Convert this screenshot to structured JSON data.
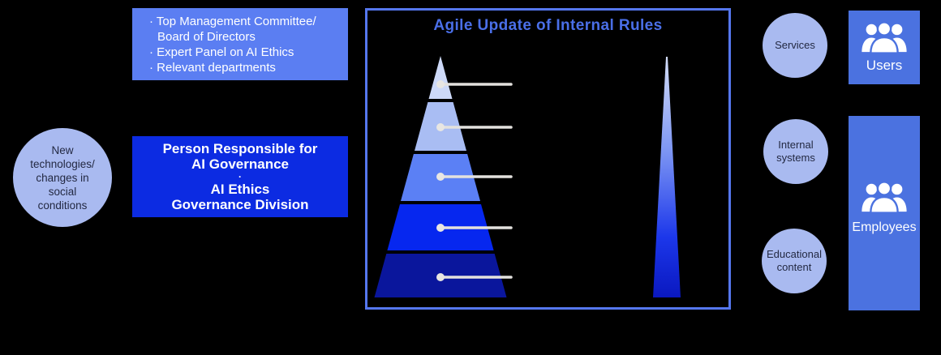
{
  "colors": {
    "background": "#000000",
    "light_circle_fill": "#a9baf0",
    "circle_text": "#232942",
    "bodies_box_fill": "#5b7ef2",
    "division_box_fill": "#0c2be2",
    "panel_border": "#5577ee",
    "panel_title": "#4a6fe8",
    "users_employees_fill": "#4b72e0"
  },
  "left_circle": {
    "lines": [
      "New",
      "technologies/",
      "changes in",
      "social",
      "conditions"
    ]
  },
  "governance_bodies_box": {
    "lines": [
      "· Top Management Committee/",
      "Board of Directors",
      "· Expert Panel on AI Ethics",
      "· Relevant departments"
    ]
  },
  "governance_division_box": {
    "lines": [
      "Person Responsible for",
      "AI Governance",
      "·",
      "AI Ethics",
      "Governance Division"
    ]
  },
  "panel": {
    "title": "Agile Update of Internal Rules",
    "pyramid_layers": [
      {
        "color": "#cdd9f8"
      },
      {
        "color": "#a9bdf3"
      },
      {
        "color": "#5b80f5"
      },
      {
        "color": "#0627ef"
      },
      {
        "color": "#0a169c"
      }
    ],
    "leader": {
      "line_color": "#e3e1de",
      "dot_color": "#e8e6e2"
    },
    "spike": {
      "top_color": "#d3ddf8",
      "upper_mid_color": "#7b94f3",
      "lower_mid_color": "#1c37ea",
      "bottom_color": "#0a18c0"
    }
  },
  "right_circles": {
    "services": {
      "lines": [
        "Services"
      ]
    },
    "internal_systems": {
      "lines": [
        "Internal",
        "systems"
      ]
    },
    "educational_content": {
      "lines": [
        "Educational",
        "content"
      ]
    }
  },
  "users_box": {
    "label": "Users"
  },
  "employees_box": {
    "label": "Employees"
  }
}
